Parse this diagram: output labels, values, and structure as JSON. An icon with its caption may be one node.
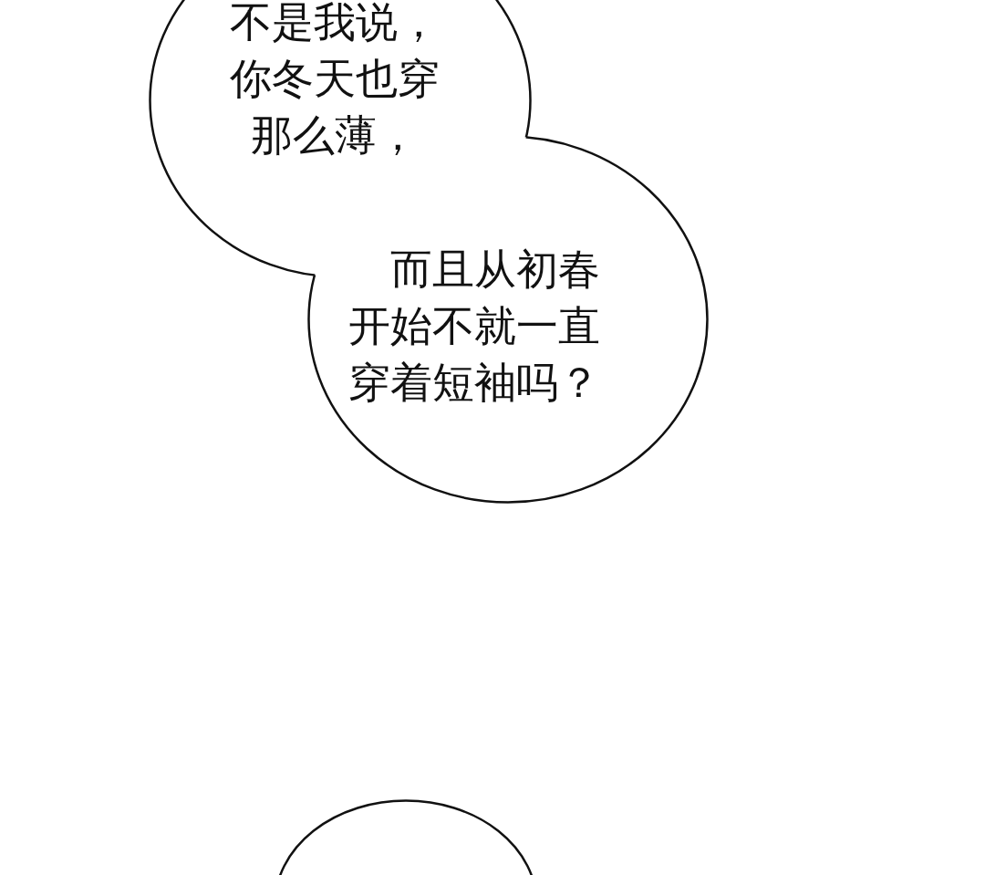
{
  "diagram": {
    "nodes": [
      {
        "text": [
          "不是我说，你冬天也穿那么薄，"
        ]
      },
      {
        "text": [
          "而且从初春开始不就一直穿着短袖吗？"
        ]
      },
      {
        "text": [],
        "shape": "circle"
      }
    ]
  }
}
